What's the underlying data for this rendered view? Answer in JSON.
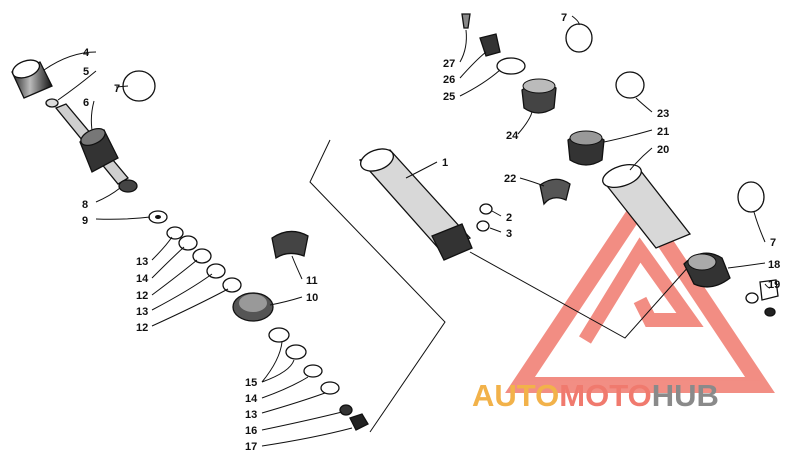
{
  "diagram": {
    "callouts": {
      "c4": "4",
      "c5": "5",
      "c6": "6",
      "c7a": "7",
      "c7b": "7",
      "c7c": "7",
      "c8": "8",
      "c9": "9",
      "c13a": "13",
      "c14a": "14",
      "c12a": "12",
      "c13b": "13",
      "c12b": "12",
      "c11": "11",
      "c10": "10",
      "c15": "15",
      "c14b": "14",
      "c13c": "13",
      "c16": "16",
      "c17": "17",
      "c1": "1",
      "c2": "2",
      "c3": "3",
      "c27": "27",
      "c26": "26",
      "c25": "25",
      "c24": "24",
      "c23": "23",
      "c21": "21",
      "c22": "22",
      "c20": "20",
      "c18": "18",
      "c19": "19"
    }
  },
  "watermark": {
    "part1": "AUTO",
    "part2": "MOTO",
    "part3": "HUB",
    "colors": {
      "orange": "#f2b24a",
      "red": "#f07a6e",
      "gray": "#8a8a8a"
    }
  }
}
